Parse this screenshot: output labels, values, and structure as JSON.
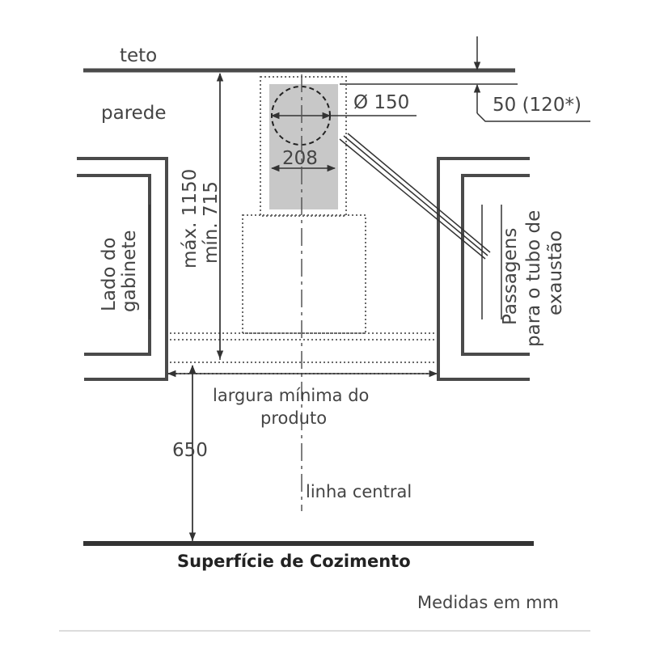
{
  "labels": {
    "ceiling": "teto",
    "wall": "parede",
    "duct_diameter": "Ø 150",
    "ceiling_offset": "50 (120*)",
    "duct_width": "208",
    "height_max": "máx. 1150",
    "height_min": "mín. 715",
    "cabinet_side_line1": "Lado do",
    "cabinet_side_line2": "gabinete",
    "exhaust_line1": "Passagens",
    "exhaust_line2": "para o tubo de",
    "exhaust_line3": "exaustão",
    "min_width_line1": "largura mínima do",
    "min_width_line2": "produto",
    "hob_height": "650",
    "center_line": "linha central",
    "cooking_surface": "Superfície de Cozimento",
    "units": "Medidas em mm"
  },
  "colors": {
    "line": "#4a4a4a",
    "duct_fill": "#c8c8c8",
    "text": "#444444"
  }
}
